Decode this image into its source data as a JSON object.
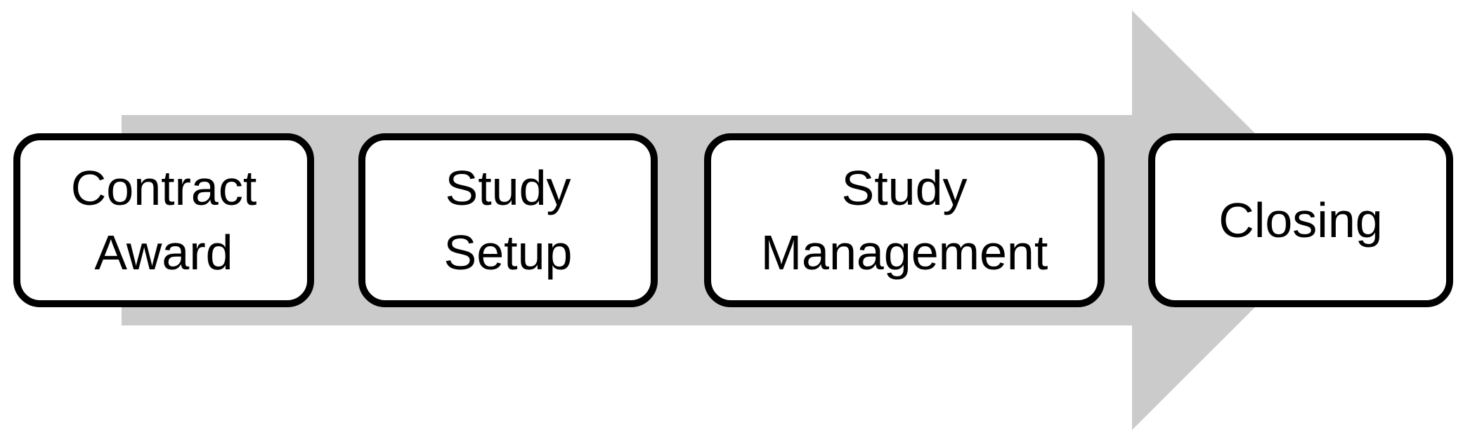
{
  "diagram": {
    "type": "process-flow-arrow",
    "direction": "left-to-right",
    "arrow_color": "#CBCBCB",
    "box_border_color": "#000000",
    "box_fill_color": "#FFFFFF",
    "text_color": "#000000",
    "steps": [
      {
        "label": "Contract Award",
        "line1": "Contract",
        "line2": "Award"
      },
      {
        "label": "Study Setup",
        "line1": "Study",
        "line2": "Setup"
      },
      {
        "label": "Study Management",
        "line1": "Study",
        "line2": "Management"
      },
      {
        "label": "Closing",
        "line1": "Closing",
        "line2": ""
      }
    ]
  }
}
